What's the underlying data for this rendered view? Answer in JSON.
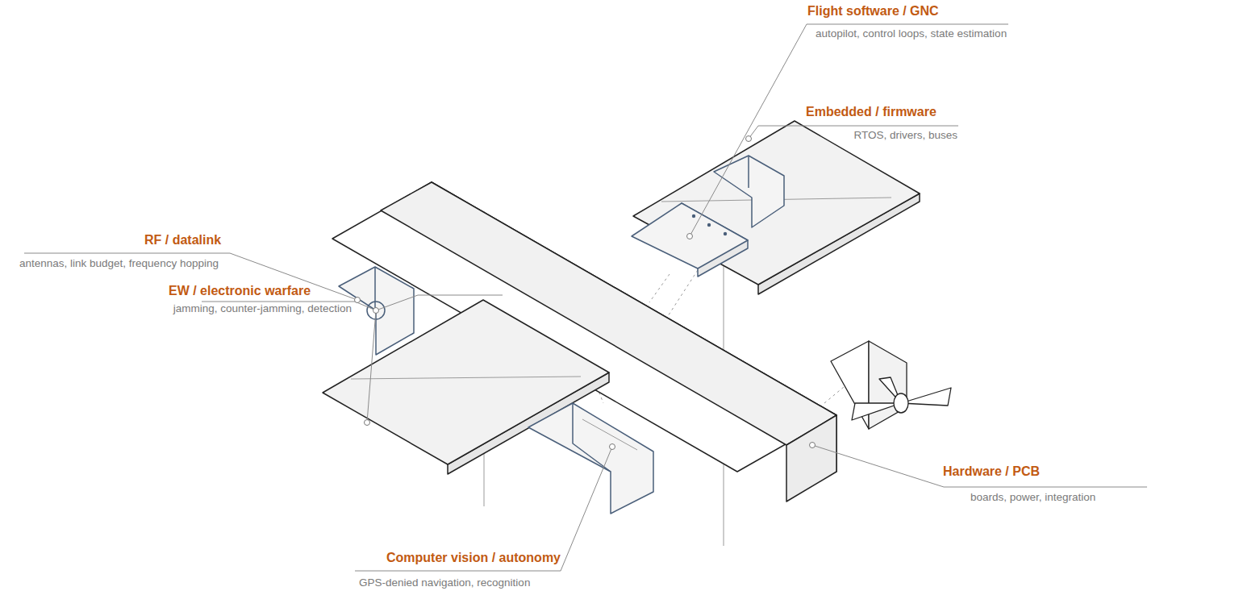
{
  "diagram": {
    "labels": [
      "Flight software / GNC",
      "autopilot, control loops, state estimation",
      "Embedded / firmware",
      "RTOS, drivers, buses",
      "RF / datalink",
      "antennas, link budget, frequency hopping",
      "EW / electronic warfare",
      "jamming, counter-jamming, detection",
      "Hardware / PCB",
      "boards, power, integration",
      "Computer vision / autonomy",
      "GPS-denied navigation, recognition"
    ]
  }
}
